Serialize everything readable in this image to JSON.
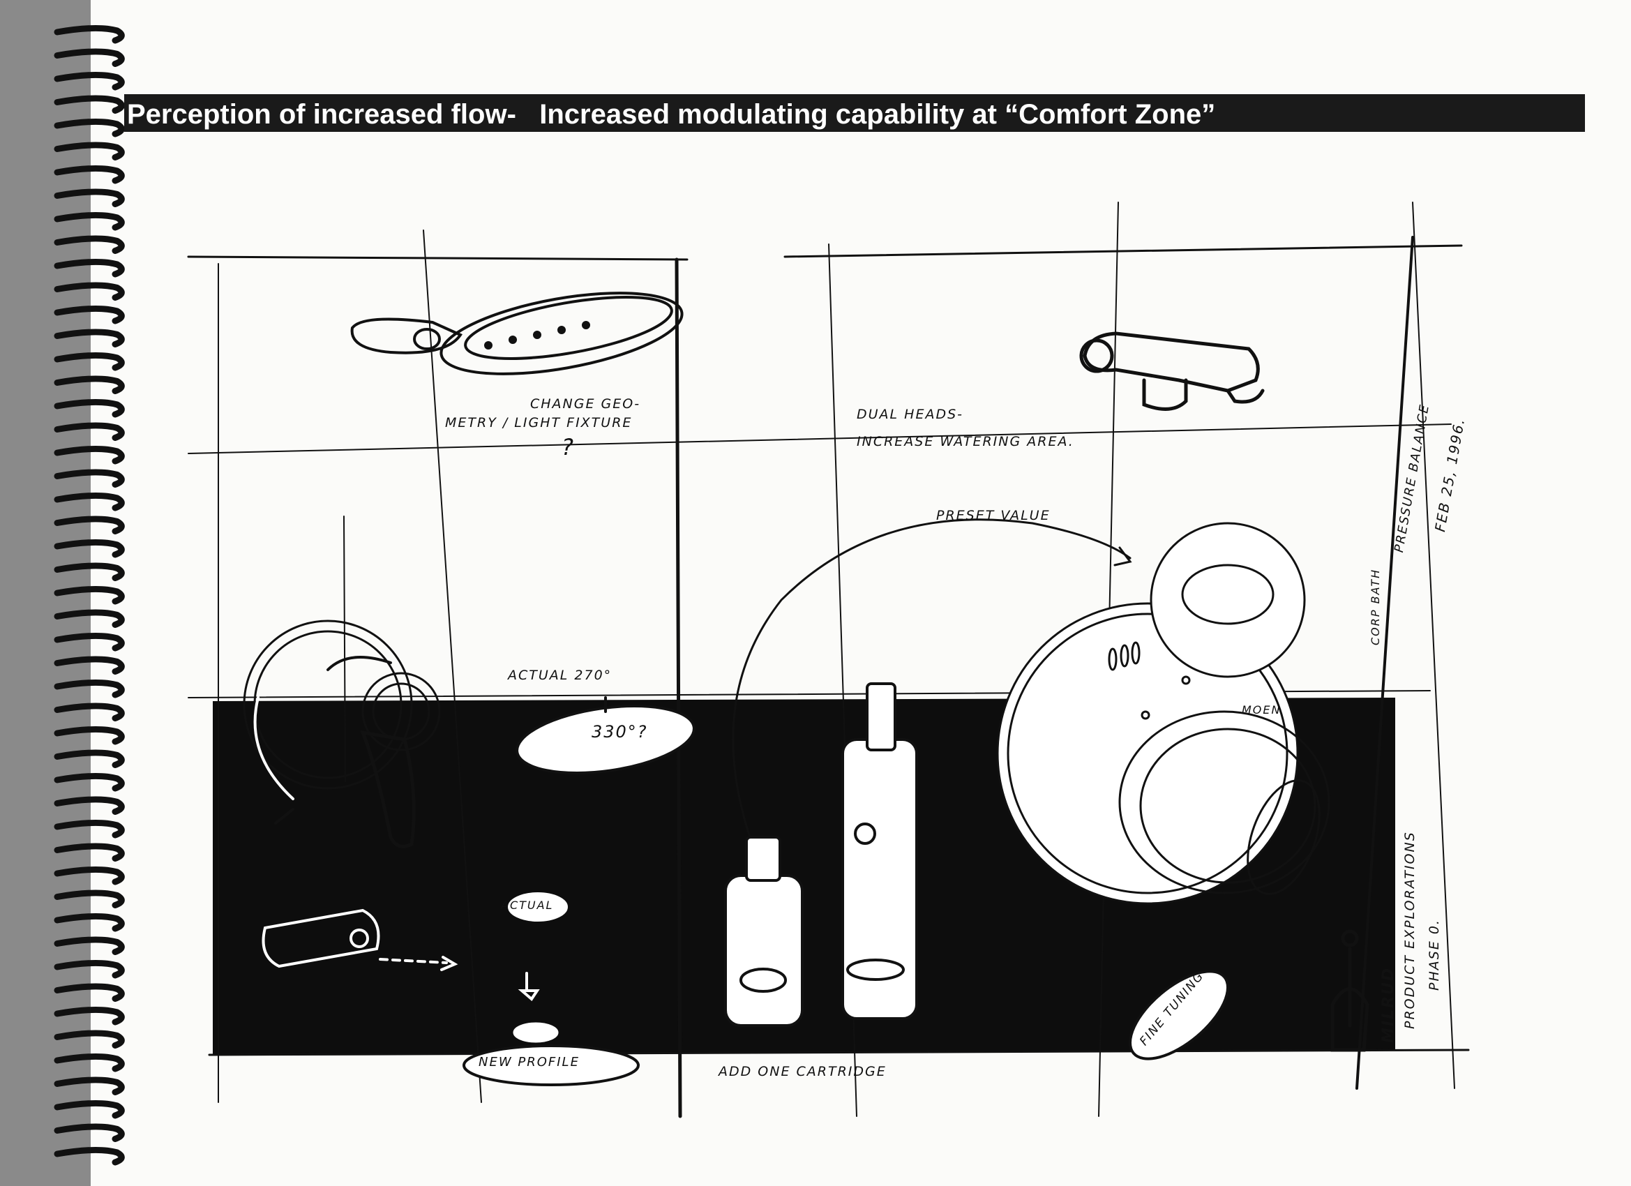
{
  "header": {
    "title": "Perception of increased flow-   Increased modulating capability at “Comfort Zone”"
  },
  "annotations": {
    "change_geometry": "change geo-",
    "change_geometry_2": "metry / light fixture",
    "question_mark": "?",
    "dual_heads": "dual heads-",
    "increase_watering": "increase watering area.",
    "preset_value": "preset value",
    "actual_270": "actual 270°",
    "actual_330": "330°?",
    "actual_small": "actual",
    "new_profile": "new profile",
    "add_one_cartridge": "add one cartridge",
    "moen_label": "moen",
    "fine_tuning": "fine tuning",
    "side_note_1": "corp bath",
    "side_note_2": "pressure balance",
    "side_note_3": "feb 25, 1996.",
    "product_explorations": "product explorations",
    "phase": "phase 0.",
    "signature": "milrud"
  },
  "colors": {
    "header_bg": "#1a1a1a",
    "header_text": "#ffffff",
    "paper": "#fbfbf9",
    "ink": "#111111"
  }
}
